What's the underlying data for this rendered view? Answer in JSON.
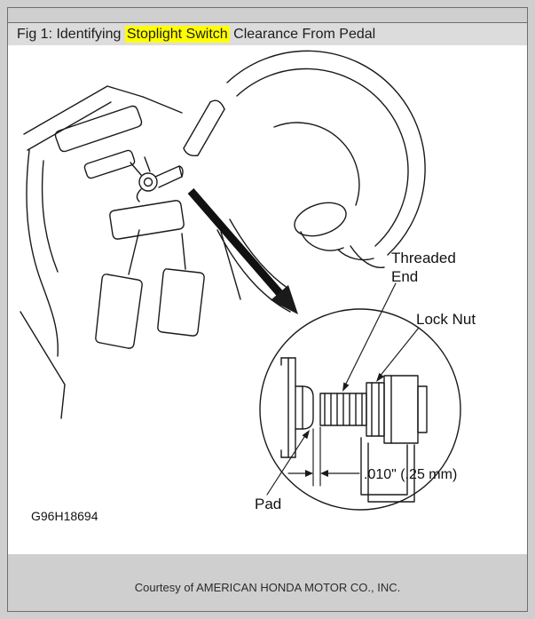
{
  "title_bar": {
    "prefix": "Fig 1: Identifying ",
    "highlight": "Stoplight Switch",
    "suffix": " Clearance From Pedal",
    "highlight_color": "#ffff00"
  },
  "diagram": {
    "line_color": "#1a1a1a",
    "figure_code": "G96H18694",
    "callouts": {
      "threaded_end_line1": "Threaded",
      "threaded_end_line2": "End",
      "lock_nut": "Lock Nut",
      "pad": "Pad",
      "clearance": ".010\" (.25 mm)"
    }
  },
  "footer": {
    "courtesy": "Courtesy of AMERICAN HONDA MOTOR CO., INC."
  }
}
